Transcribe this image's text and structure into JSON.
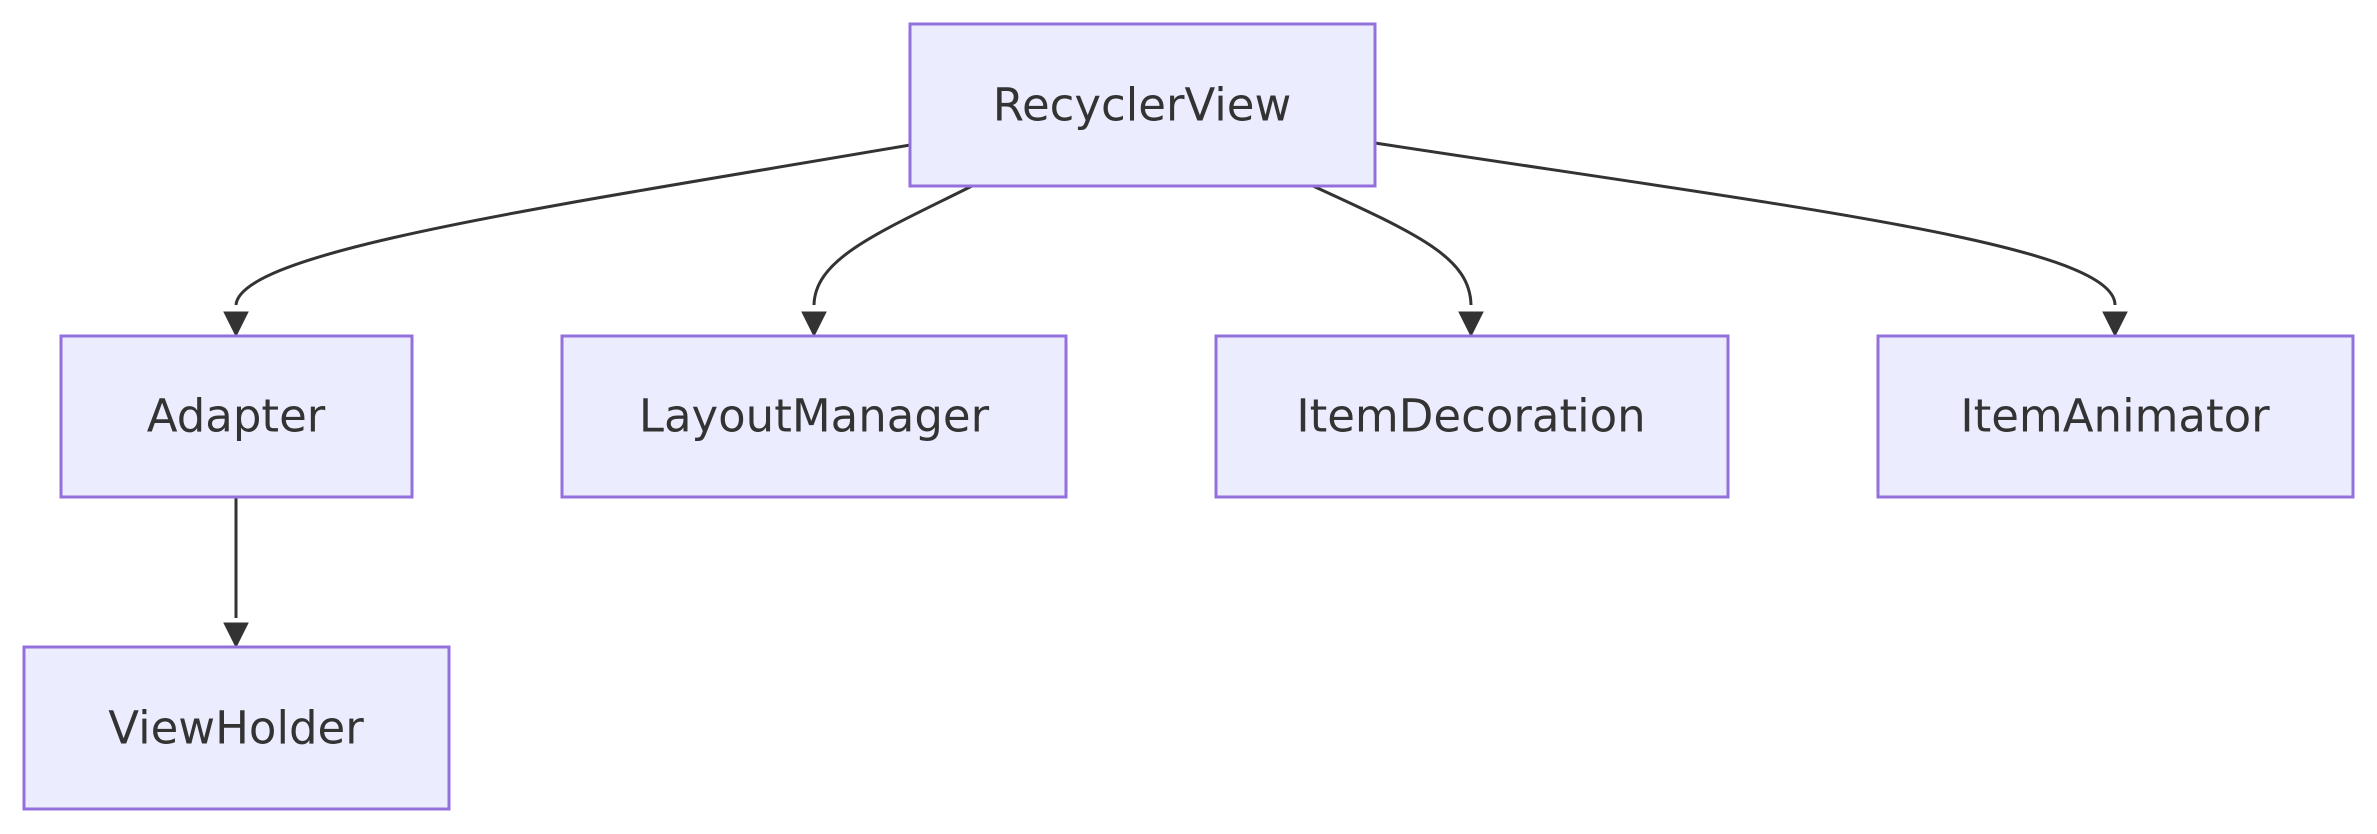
{
  "diagram": {
    "type": "flowchart",
    "colors": {
      "node_fill": "#ececff",
      "node_border": "#9370db",
      "edge": "#333333",
      "text": "#333333"
    },
    "nodes": {
      "recyclerview": "RecyclerView",
      "adapter": "Adapter",
      "layoutmanager": "LayoutManager",
      "itemdecoration": "ItemDecoration",
      "itemanimator": "ItemAnimator",
      "viewholder": "ViewHolder"
    },
    "edges": [
      {
        "from": "RecyclerView",
        "to": "Adapter"
      },
      {
        "from": "RecyclerView",
        "to": "LayoutManager"
      },
      {
        "from": "RecyclerView",
        "to": "ItemDecoration"
      },
      {
        "from": "RecyclerView",
        "to": "ItemAnimator"
      },
      {
        "from": "Adapter",
        "to": "ViewHolder"
      }
    ]
  }
}
